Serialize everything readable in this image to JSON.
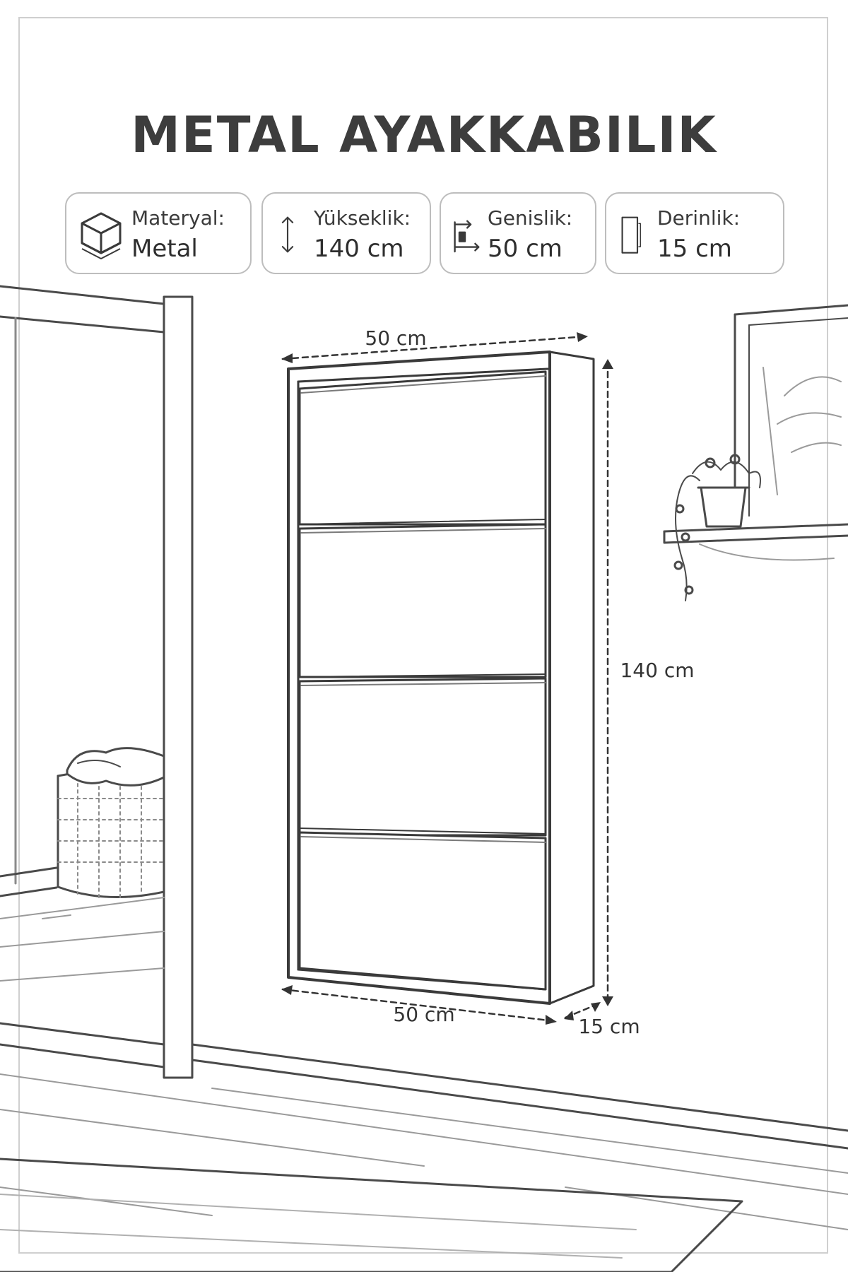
{
  "title": "METAL AYAKKABILIK",
  "specs": [
    {
      "label": "Materyal:",
      "value": "Metal",
      "icon": "cube-icon"
    },
    {
      "label": "Yükseklik:",
      "value": "140 cm",
      "icon": "vertical-arrow-icon"
    },
    {
      "label": "Genislik:",
      "value": "50 cm",
      "icon": "horizontal-arrow-icon"
    },
    {
      "label": "Derinlik:",
      "value": "15 cm",
      "icon": "depth-panel-icon"
    }
  ],
  "dimensions": {
    "top_width": "50 cm",
    "height": "140 cm",
    "bottom_width": "50 cm",
    "depth": "15 cm"
  }
}
